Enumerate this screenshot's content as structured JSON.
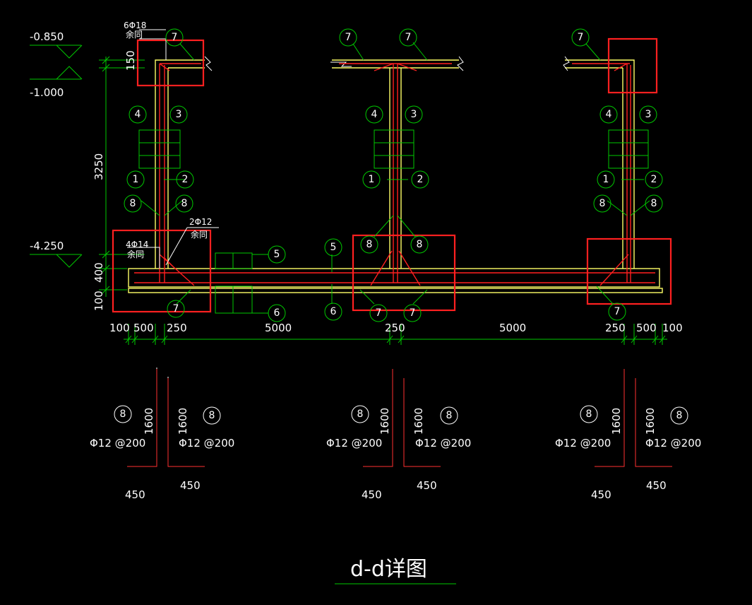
{
  "title": "d-d详图",
  "elevations": [
    "-0.850",
    "-1.000",
    "-4.250"
  ],
  "dims_vertical": [
    "150",
    "3250",
    "400",
    "100"
  ],
  "dims_bottom": [
    "100",
    "500",
    "250",
    "5000",
    "250",
    "5000",
    "250",
    "500",
    "100"
  ],
  "rebar_notes": {
    "top": [
      "6Φ18",
      "余同"
    ],
    "mid": [
      "2Φ12",
      "余同"
    ],
    "left": [
      "4Φ14",
      "余同"
    ]
  },
  "markers": {
    "n1": "1",
    "n2": "2",
    "n3": "3",
    "n4": "4",
    "n5": "5",
    "n6": "6",
    "n7": "7",
    "n8": "8"
  },
  "detail8": {
    "marker": "8",
    "spec": "Φ12 @200",
    "length_vertical": "1600",
    "length_horizontal": "450"
  },
  "colors": {
    "background": "#000000",
    "dimension": "#00c800",
    "rebar": "#ff2020",
    "concrete": "#ffff66",
    "highlight": "#ff2020",
    "text": "#ffffff"
  }
}
